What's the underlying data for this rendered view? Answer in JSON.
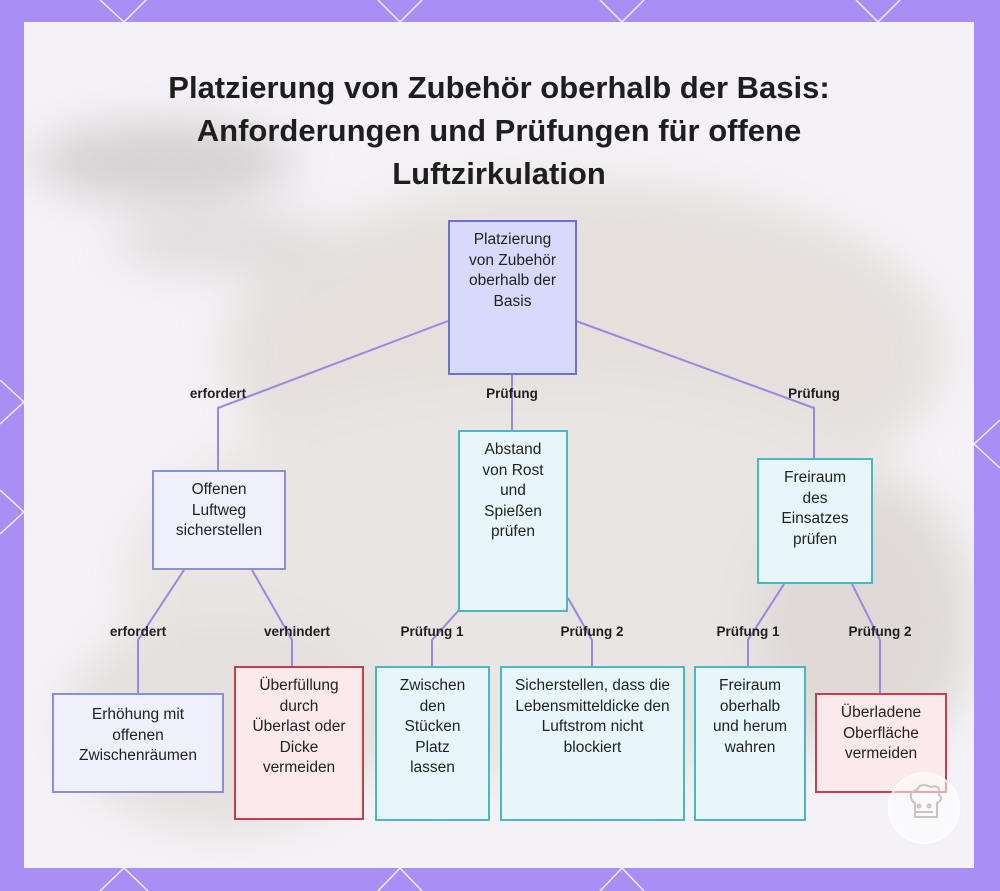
{
  "title": "Platzierung von Zubehör oberhalb der Basis: Anforderungen und Prüfungen für offene Luftzirkulation",
  "nodes": {
    "root": "Platzierung von Zubehör oberhalb der Basis",
    "open_airway": "Offenen Luftweg sicherstellen",
    "distance_check": "Abstand von Rost und Spießen prüfen",
    "insert_clearance": "Freiraum des Einsatzes prüfen",
    "elevation": "Erhöhung mit offenen Zwischenräumen",
    "avoid_overfill": "Überfüllung durch Überlast oder Dicke vermeiden",
    "space_between": "Zwischen den Stücken Platz lassen",
    "food_thickness": "Sicherstellen, dass die Lebensmitteldicke den Luftstrom nicht blockiert",
    "keep_clearance": "Freiraum oberhalb und herum wahren",
    "avoid_overloaded": "Überladene Oberfläche vermeiden"
  },
  "edge_labels": {
    "root_left": "erfordert",
    "root_mid": "Prüfung",
    "root_right": "Prüfung",
    "open_left": "erfordert",
    "open_right": "verhindert",
    "dist_1": "Prüfung 1",
    "dist_2": "Prüfung 2",
    "ins_1": "Prüfung 1",
    "ins_2": "Prüfung 2"
  },
  "colors": {
    "frame": "#a98ef5",
    "root_fill": "#d8dafb",
    "blue_border": "#8a8fd8",
    "cyan_border": "#4bb6c6",
    "red_border": "#c2404e",
    "edge": "#9b86e0"
  },
  "icons": {
    "logo": "chef-hat-logo-icon"
  }
}
